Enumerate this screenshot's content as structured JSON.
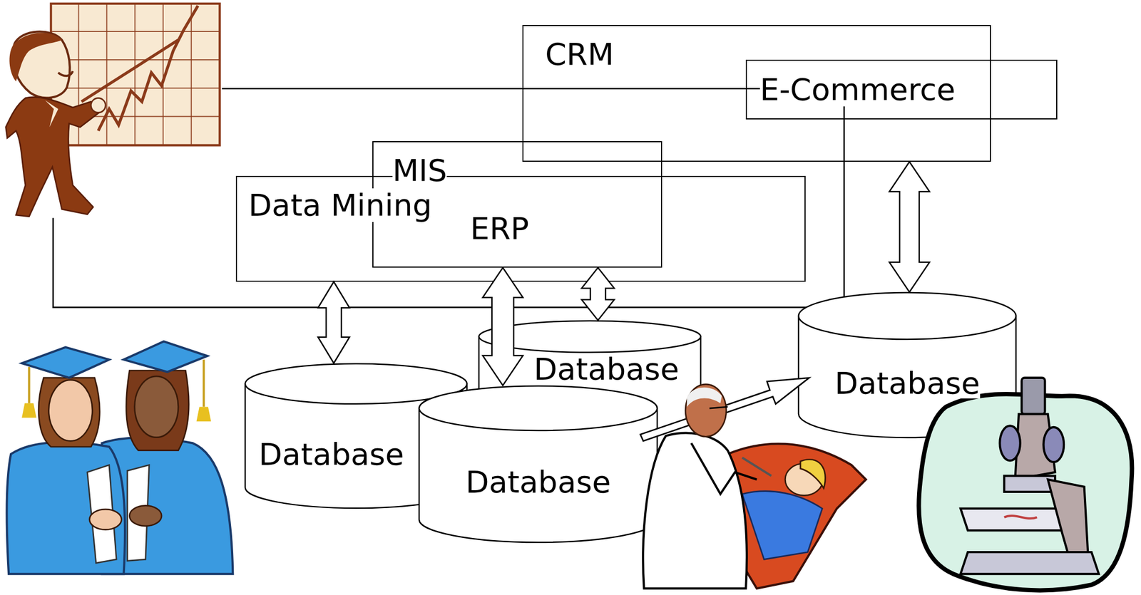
{
  "diagram": {
    "nodes": [
      {
        "text": [
          "CRM"
        ]
      },
      {
        "text": [
          "E-Commerce"
        ]
      },
      {
        "text": [
          "MIS",
          "ERP"
        ]
      },
      {
        "text": [
          "Data Mining"
        ]
      },
      {
        "text": [
          "Database"
        ]
      },
      {
        "text": [
          "Database"
        ]
      },
      {
        "text": [
          "Database"
        ]
      },
      {
        "text": [
          "Database"
        ]
      }
    ],
    "edges": [
      {
        "from": 3,
        "to": 6,
        "arrow": "both"
      },
      {
        "from": 2,
        "to": 7,
        "arrow": "both"
      },
      {
        "from": 2,
        "to": 5,
        "arrow": "both"
      },
      {
        "from": 0,
        "to": 4,
        "arrow": "both"
      }
    ]
  }
}
